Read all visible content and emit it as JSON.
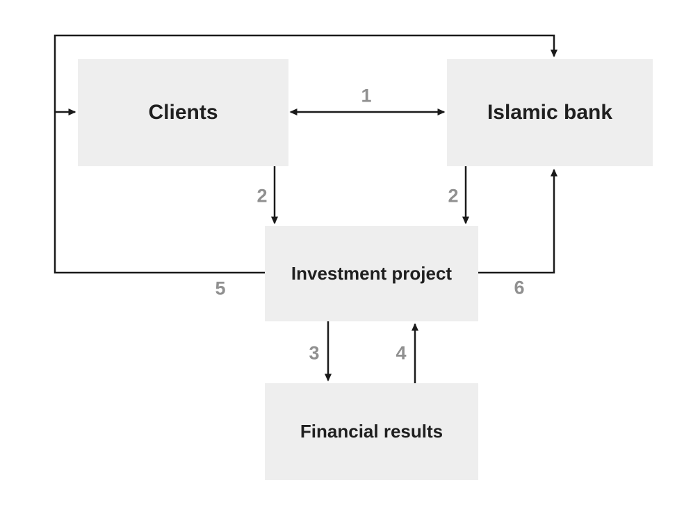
{
  "diagram": {
    "type": "flow-diagram",
    "nodes": [
      {
        "id": "clients",
        "label": "Clients"
      },
      {
        "id": "islamic-bank",
        "label": "Islamic bank"
      },
      {
        "id": "investment-project",
        "label": "Investment project"
      },
      {
        "id": "financial-results",
        "label": "Financial results"
      }
    ],
    "edges": [
      {
        "label": "1",
        "from": "clients",
        "to": "islamic-bank",
        "direction": "bidirectional"
      },
      {
        "label": "2",
        "from": "clients",
        "to": "investment-project",
        "direction": "down"
      },
      {
        "label": "2",
        "from": "islamic-bank",
        "to": "investment-project",
        "direction": "down"
      },
      {
        "label": "3",
        "from": "investment-project",
        "to": "financial-results",
        "direction": "down"
      },
      {
        "label": "4",
        "from": "financial-results",
        "to": "investment-project",
        "direction": "up"
      },
      {
        "label": "5",
        "from": "investment-project",
        "to": "clients",
        "also_to": "islamic-bank",
        "direction": "left-loop"
      },
      {
        "label": "6",
        "from": "investment-project",
        "to": "islamic-bank",
        "direction": "right-loop"
      }
    ],
    "colors": {
      "background": "#ffffff",
      "box_fill": "#eeeeee",
      "box_text": "#1f1f1f",
      "line": "#1a1a1a",
      "edge_label": "#909090"
    }
  }
}
